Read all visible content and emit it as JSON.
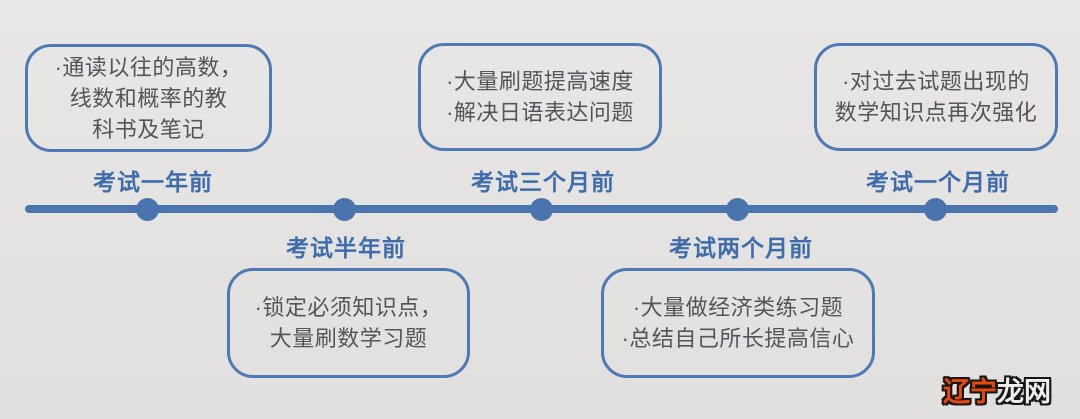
{
  "timeline": {
    "labels": [
      "考试一年前",
      "考试半年前",
      "考试三个月前",
      "考试两个月前",
      "考试一个月前"
    ],
    "boxes": [
      {
        "stage": "考试一年前",
        "lines": [
          "·通读以往的高数，",
          "线数和概率的教",
          "科书及笔记"
        ]
      },
      {
        "stage": "考试三个月前",
        "lines": [
          "·大量刷题提高速度",
          "·解决日语表达问题"
        ]
      },
      {
        "stage": "考试一个月前",
        "lines": [
          "·对过去试题出现的",
          "数学知识点再次强化"
        ]
      },
      {
        "stage": "考试半年前",
        "lines": [
          "·锁定必须知识点，",
          "大量刷数学习题"
        ]
      },
      {
        "stage": "考试两个月前",
        "lines": [
          "·大量做经济类练习题",
          "·总结自己所长提高信心"
        ]
      }
    ]
  },
  "watermark": {
    "part1": "辽宁",
    "part2": "龙网"
  },
  "colors": {
    "timeline_blue": "#4a74ad",
    "box_border_blue": "#4d79b5",
    "label_blue": "#3e6cac",
    "box_text_gray": "#54555a",
    "background_gray": "#e4e3e1",
    "watermark_orange": "#e8480e",
    "watermark_white": "#f0efee"
  }
}
